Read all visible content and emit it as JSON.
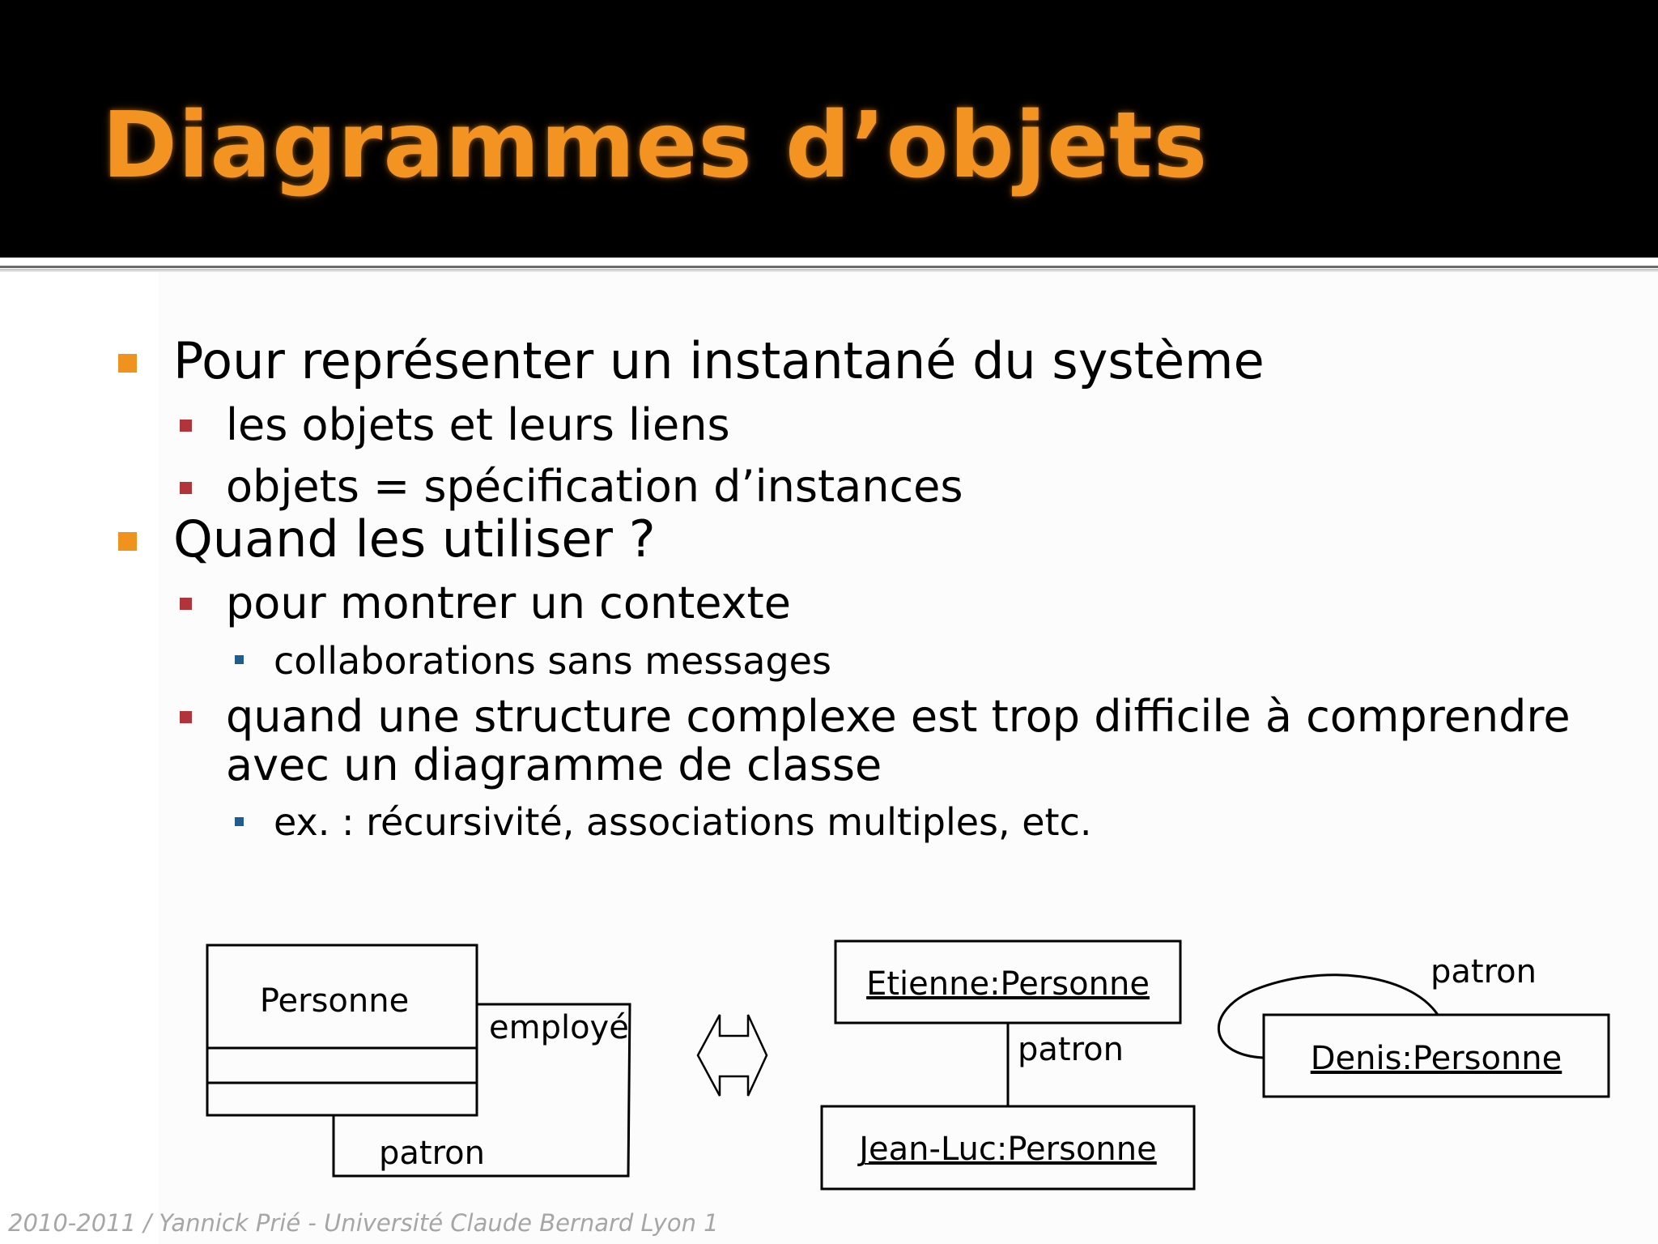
{
  "title": "Diagrammes d’objets",
  "bullets": {
    "b1": "Pour représenter un instantané du système",
    "b1_1": "les objets et leurs liens",
    "b1_2": "objets = spécification d’instances",
    "b2": "Quand les utiliser ?",
    "b2_1": "pour montrer un contexte",
    "b2_1_1": "collaborations sans messages",
    "b2_2_line1": "quand une structure complexe est trop difficile à comprendre",
    "b2_2_line2": "avec un diagramme de classe",
    "b2_2_1": "ex. : récursivité, associations multiples, etc."
  },
  "diagram": {
    "class_name": "Personne",
    "role_employe": "employé",
    "role_patron": "patron",
    "obj_etienne": "Etienne:Personne",
    "link_patron": "patron",
    "obj_jeanluc": "Jean-Luc:Personne",
    "obj_denis": "Denis:Personne",
    "self_link_patron": "patron"
  },
  "footer": "2010-2011 / Yannick Prié - Université Claude Bernard Lyon 1",
  "colors": {
    "title": "#f39321",
    "bullet_level1": "#f0921e",
    "bullet_level2": "#b0343a",
    "bullet_level3": "#1f5d8e"
  }
}
